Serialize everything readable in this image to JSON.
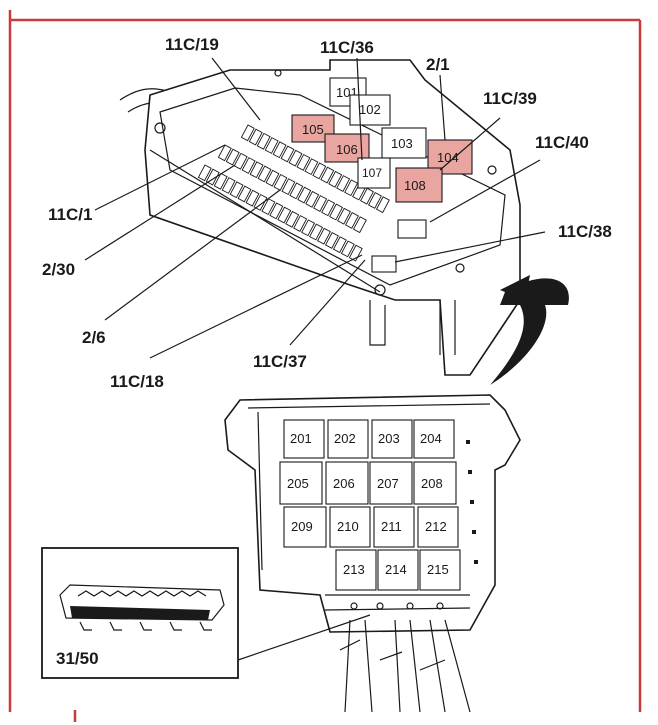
{
  "top_callouts": {
    "c_11c19": "11C/19",
    "c_11c36": "11C/36",
    "c_2_1": "2/1",
    "c_11c39": "11C/39",
    "c_11c40": "11C/40",
    "c_11c38": "11C/38",
    "c_11c1": "11C/1",
    "c_2_30": "2/30",
    "c_2_6": "2/6",
    "c_11c18": "11C/18",
    "c_11c37": "11C/37"
  },
  "top_relays": {
    "r101": "101",
    "r102": "102",
    "r103": "103",
    "r104": "104",
    "r105": "105",
    "r106": "106",
    "r107": "107",
    "r108": "108"
  },
  "highlighted_relays": [
    "104",
    "105",
    "106",
    "108"
  ],
  "highlight_color": "#e9a6a0",
  "border_color": "#c93a3a",
  "lower_relays": {
    "r201": "201",
    "r202": "202",
    "r203": "203",
    "r204": "204",
    "r205": "205",
    "r206": "206",
    "r207": "207",
    "r208": "208",
    "r209": "209",
    "r210": "210",
    "r211": "211",
    "r212": "212",
    "r213": "213",
    "r214": "214",
    "r215": "215"
  },
  "inset": {
    "label": "31/50"
  }
}
